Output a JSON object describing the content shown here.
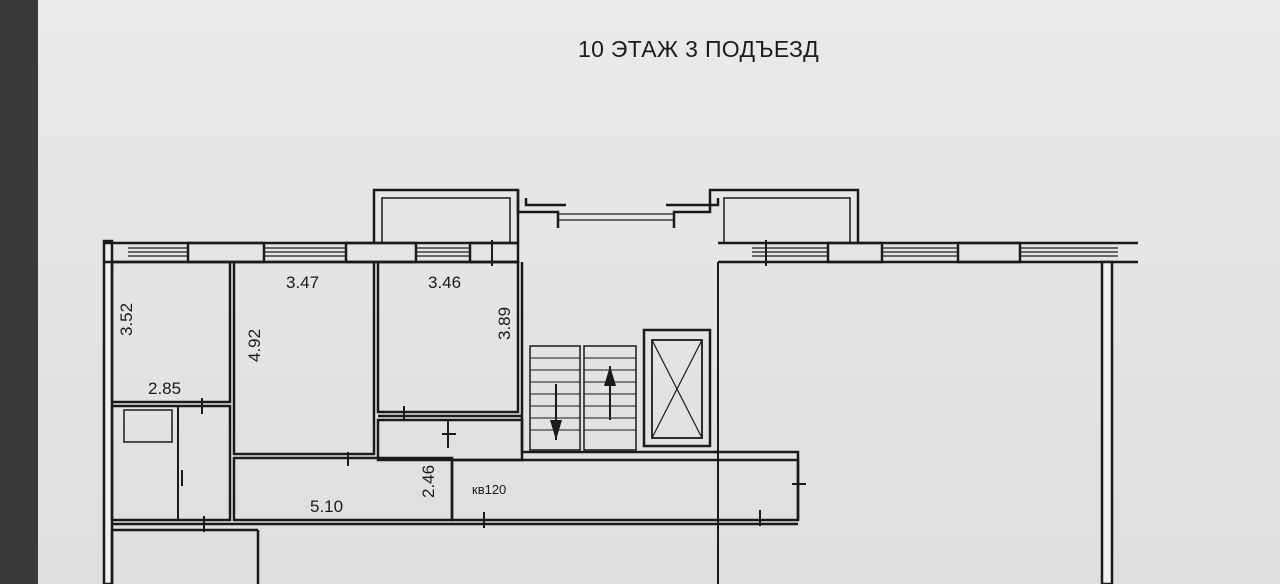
{
  "document": {
    "title": "10 ЭТАЖ 3 ПОДЪЕЗД"
  },
  "plan": {
    "dimensions": [
      "3.52",
      "3.47",
      "3.46",
      "3.89",
      "4.92",
      "2.85",
      "2.46",
      "5.10"
    ],
    "apartment_label": "кв120"
  },
  "colors": {
    "wall": "#1a1a1a",
    "paper": "#e4e5e4"
  }
}
